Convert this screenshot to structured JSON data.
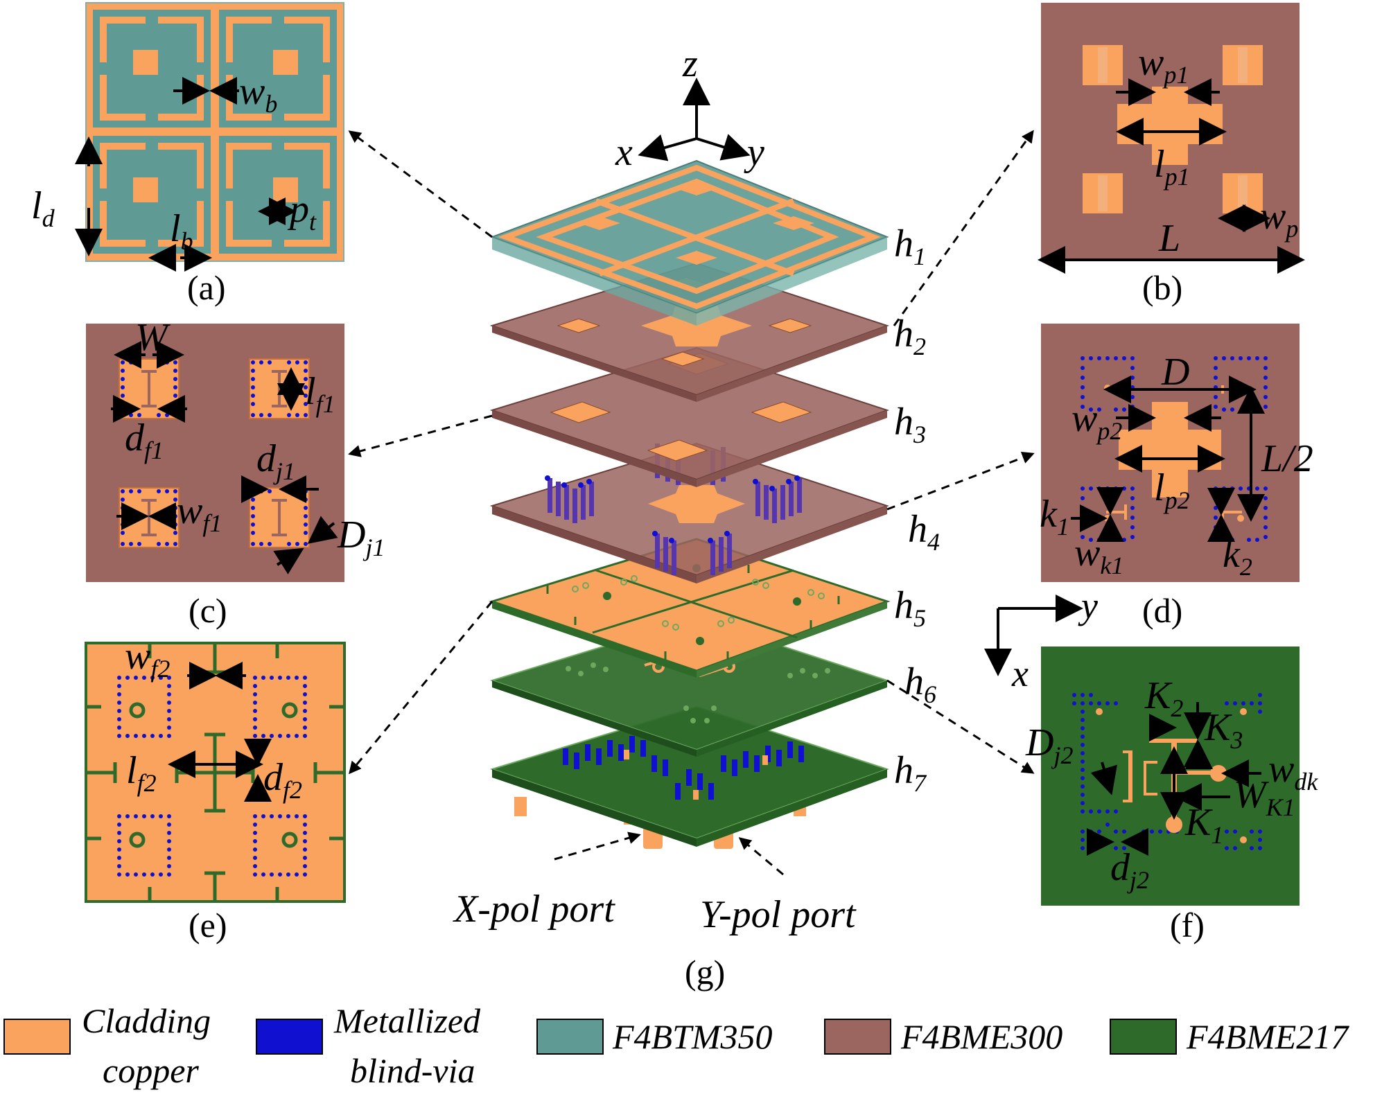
{
  "colors": {
    "copper": "#F9A35F",
    "via": "#1010D0",
    "f4btm350": "#5F9B94",
    "f4bme300": "#9B6560",
    "f4bme217": "#2E6B2A"
  },
  "captions": {
    "a": "(a)",
    "b": "(b)",
    "c": "(c)",
    "d": "(d)",
    "e": "(e)",
    "f": "(f)",
    "g": "(g)"
  },
  "axes": {
    "z": "z",
    "x": "x",
    "y": "y"
  },
  "layer_heights": [
    "h",
    "h",
    "h",
    "h",
    "h",
    "h",
    "h"
  ],
  "layer_subs": [
    "1",
    "2",
    "3",
    "4",
    "5",
    "6",
    "7"
  ],
  "ports": {
    "xpol": "X-pol port",
    "ypol": "Y-pol port"
  },
  "panel_a": {
    "wb": "w",
    "wb_sub": "b",
    "ld": "l",
    "ld_sub": "d",
    "lb": "l",
    "lb_sub": "b",
    "pt": "p",
    "pt_sub": "t"
  },
  "panel_b": {
    "wp1": "w",
    "wp1_sub": "p1",
    "lp1": "l",
    "lp1_sub": "p1",
    "wp": "w",
    "wp_sub": "p",
    "L": "L"
  },
  "panel_c": {
    "W": "W",
    "lf1": "l",
    "lf1_sub": "f1",
    "df1": "d",
    "df1_sub": "f1",
    "dj1": "d",
    "dj1_sub": "j1",
    "wf1": "w",
    "wf1_sub": "f1",
    "Dj1": "D",
    "Dj1_sub": "j1"
  },
  "panel_d": {
    "D": "D",
    "wp2": "w",
    "wp2_sub": "p2",
    "L2": "L/2",
    "lp2": "l",
    "lp2_sub": "p2",
    "k1": "k",
    "k1_sub": "1",
    "wk1": "w",
    "wk1_sub": "k1",
    "k2": "k",
    "k2_sub": "2"
  },
  "panel_e": {
    "wf2": "w",
    "wf2_sub": "f2",
    "lf2": "l",
    "lf2_sub": "f2",
    "df2": "d",
    "df2_sub": "f2"
  },
  "panel_f": {
    "K2": "K",
    "K2_sub": "2",
    "K3": "K",
    "K3_sub": "3",
    "Dj2": "D",
    "Dj2_sub": "j2",
    "wdk": "w",
    "wdk_sub": "dk",
    "WK1": "W",
    "WK1_sub": "K1",
    "K1": "K",
    "K1_sub": "1",
    "dj2": "d",
    "dj2_sub": "j2"
  },
  "legend": [
    {
      "label1": "Cladding",
      "label2": "copper",
      "color": "#F9A35F"
    },
    {
      "label1": "Metallized",
      "label2": "blind-via",
      "color": "#1010D0"
    },
    {
      "label1": "F4BTM350",
      "label2": "",
      "color": "#5F9B94"
    },
    {
      "label1": "F4BME300",
      "label2": "",
      "color": "#9B6560"
    },
    {
      "label1": "F4BME217",
      "label2": "",
      "color": "#2E6B2A"
    }
  ]
}
